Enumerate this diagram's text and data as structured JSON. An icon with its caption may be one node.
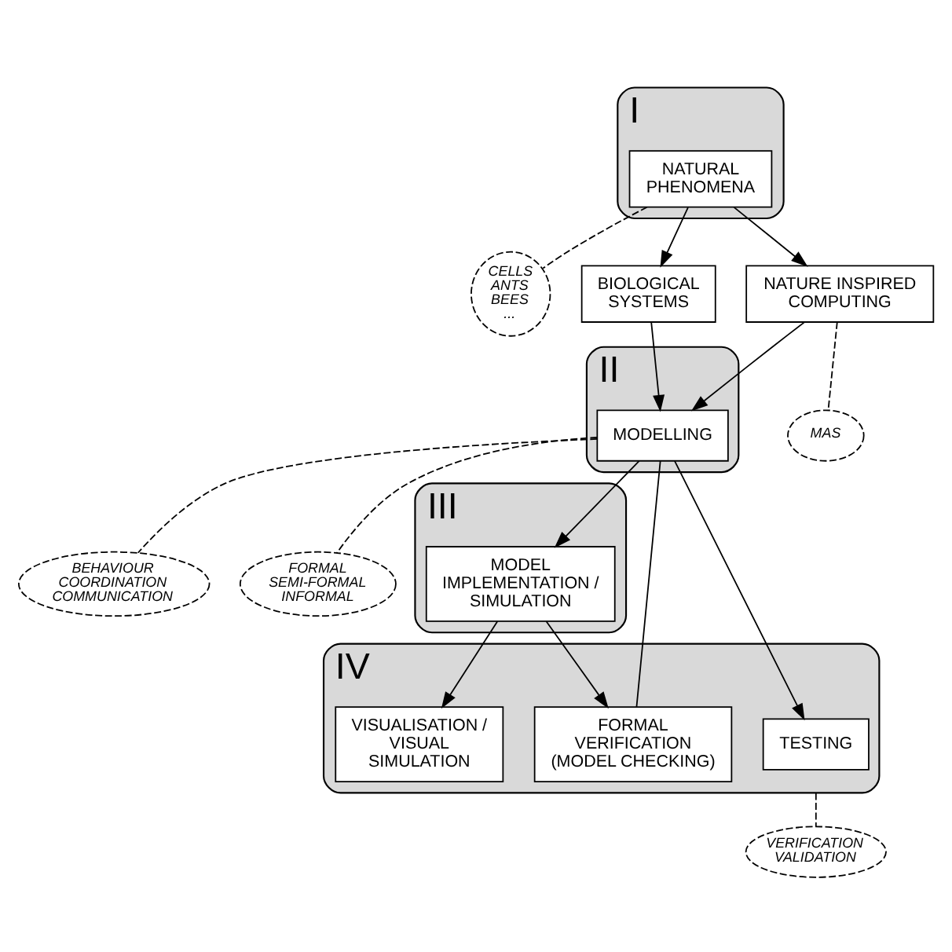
{
  "diagram": {
    "nodes": [
      {
        "text": [
          "I"
        ]
      },
      {
        "text": [
          "NATURAL PHENOMENA"
        ],
        "in": 0
      },
      {
        "text": [
          "CELLS ANTS BEES ..."
        ]
      },
      {
        "text": [
          "BIOLOGICAL SYSTEMS"
        ]
      },
      {
        "text": [
          "NATURE INSPIRED COMPUTING"
        ]
      },
      {
        "text": [
          "MAS"
        ]
      },
      {
        "text": [
          "II"
        ]
      },
      {
        "text": [
          "MODELLING"
        ],
        "in": 6
      },
      {
        "text": [
          "FORMAL SEMI-FORMAL INFORMAL"
        ]
      },
      {
        "text": [
          "BEHAVIOUR COORDINATION COMMUNICATION"
        ]
      },
      {
        "text": [
          "III"
        ]
      },
      {
        "text": [
          "MODEL IMPLEMENTATION / SIMULATION"
        ],
        "in": 10
      },
      {
        "text": [
          "VERIFICATION VALIDATION"
        ]
      },
      {
        "text": [
          "IV"
        ]
      },
      {
        "text": [
          "FORMAL VERIFICATION (MODEL CHECKING)"
        ],
        "in": 13
      },
      {
        "text": [
          "VISUALISATION / VISUAL SIMULATION"
        ],
        "in": 13
      },
      {
        "text": [
          "TESTING"
        ],
        "in": 13
      }
    ],
    "edges": [
      {
        "from": 1,
        "to": 2,
        "arrow": "none",
        "style": "dashed"
      },
      {
        "from": 1,
        "to": 3,
        "arrow": "to"
      },
      {
        "from": 1,
        "to": 4,
        "arrow": "to"
      },
      {
        "from": 4,
        "to": 5,
        "arrow": "none",
        "style": "dashed"
      },
      {
        "from": 3,
        "to": 7,
        "arrow": "to"
      },
      {
        "from": 4,
        "to": 7,
        "arrow": "to"
      },
      {
        "from": 7,
        "to": 8,
        "arrow": "none",
        "style": "dashed"
      },
      {
        "from": 7,
        "to": 9,
        "arrow": "none",
        "style": "dashed"
      },
      {
        "from": 7,
        "to": 11,
        "arrow": "to"
      },
      {
        "from": 7,
        "to": 14,
        "arrow": "none"
      },
      {
        "from": 7,
        "to": 16,
        "arrow": "to"
      },
      {
        "from": 11,
        "to": 14,
        "arrow": "to"
      },
      {
        "from": 11,
        "to": 15,
        "arrow": "to"
      },
      {
        "from": 13,
        "to": 12,
        "arrow": "none",
        "style": "dashed"
      }
    ]
  }
}
